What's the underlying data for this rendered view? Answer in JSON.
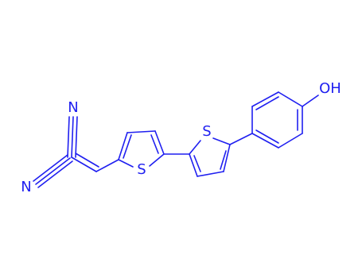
{
  "molecule": {
    "color": "#1f1ff0",
    "atom_labels": {
      "n_top": "N",
      "n_bottom": "N",
      "s_left": "S",
      "s_right": "S",
      "oh": "OH"
    }
  }
}
